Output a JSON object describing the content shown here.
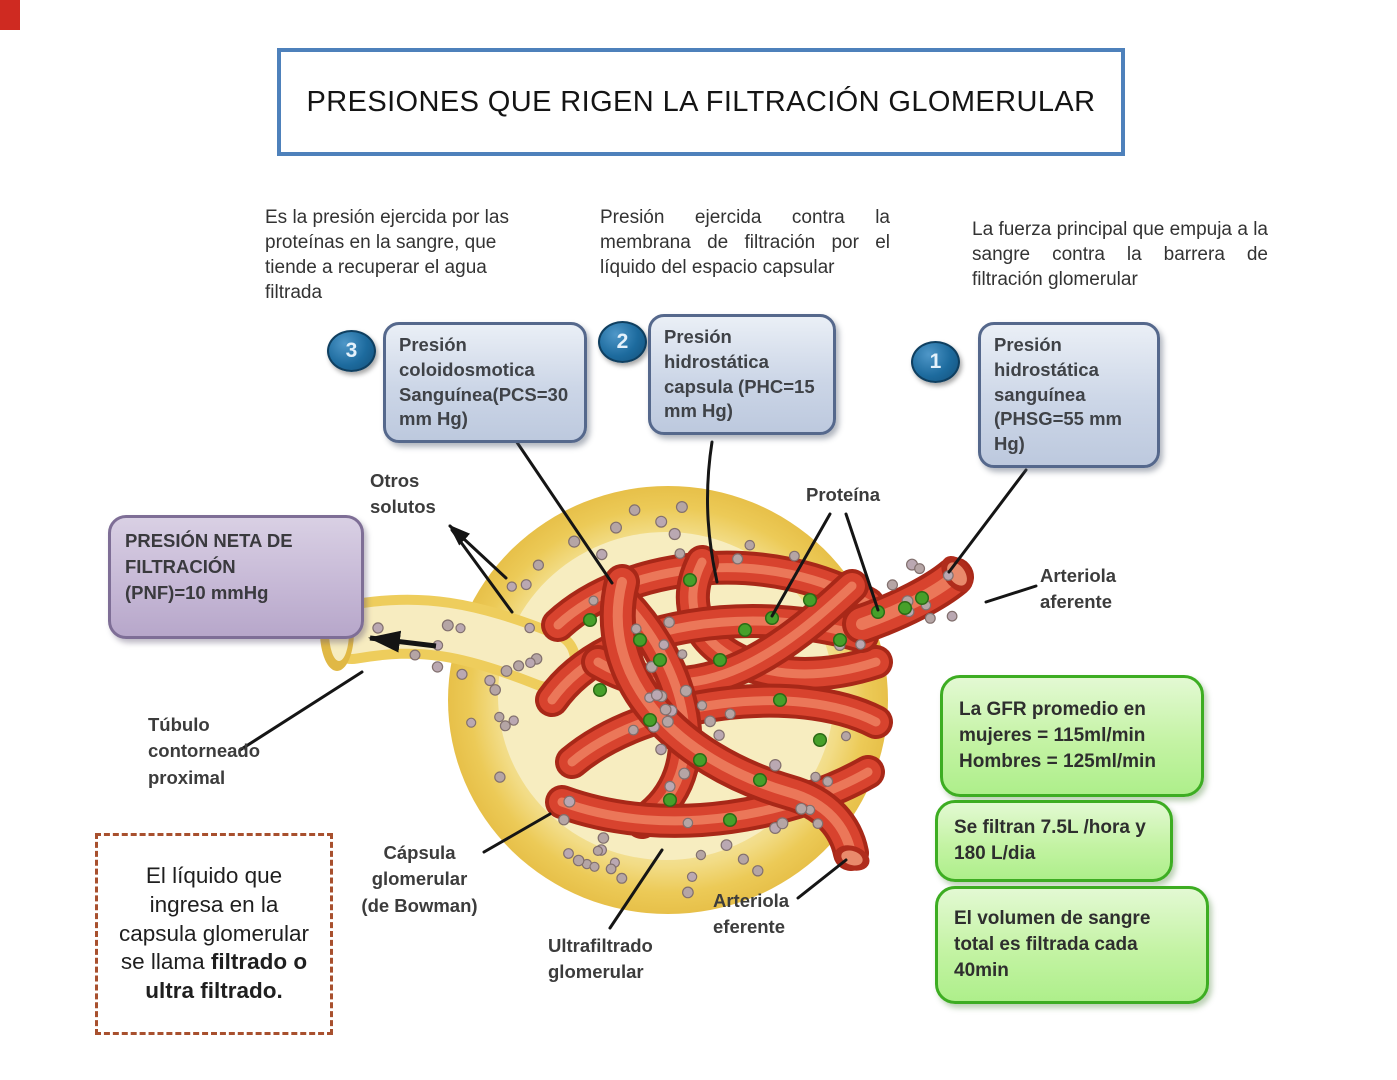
{
  "title": "PRESIONES QUE RIGEN LA FILTRACIÓN GLOMERULAR",
  "descriptions": {
    "coloidosmotica": "Es la presión ejercida por las proteínas en la sangre, que tiende a recuperar el agua filtrada",
    "capsular": "Presión ejercida contra la membrana de filtración por el líquido del espacio capsular",
    "sanguinea": "La fuerza principal que empuja a la sangre contra la barrera de filtración glomerular"
  },
  "pressure_boxes": [
    {
      "number": "3",
      "label": "Presión\ncoloidosmotica\nSanguínea(PCS=30\nmm Hg)"
    },
    {
      "number": "2",
      "label": "Presión\nhidrostática\ncapsula (PHC=15\nmm Hg)"
    },
    {
      "number": "1",
      "label": "Presión\nhidrostática\nsanguínea\n(PHSG=55 mm\nHg)"
    }
  ],
  "net_filtration": "PRESIÓN NETA DE\nFILTRACIÓN\n(PNF)=10 mmHg",
  "labels": {
    "otros_solutos": "Otros\nsolutos",
    "proteina": "Proteína",
    "arteriola_aferente": "Arteriola\naferente",
    "tubulo_proximal": "Túbulo\ncontorneado\nproximal",
    "capsula_glomerular": "Cápsula\nglomerular\n(de Bowman)",
    "ultrafiltrado": "Ultrafiltrado\nglomerular",
    "arteriola_eferente": "Arteriola\neferente"
  },
  "info_boxes": [
    "La GFR promedio en\nmujeres = 115ml/min\nHombres = 125ml/min",
    "Se filtran 7.5L /hora y\n180 L/dia",
    "El volumen de sangre\ntotal es filtrada cada\n40min"
  ],
  "filtrate_note": {
    "normal": "El líquido que ingresa en la capsula glomerular se llama ",
    "bold": "filtrado o ultra filtrado."
  },
  "colors": {
    "title_border": "#4e81bb",
    "blue_box_border": "#55688c",
    "blue_box_fill": "#ccd6e7",
    "number_badge": "#1d6b9e",
    "purple_fill": "#c5b7d5",
    "purple_border": "#7e6e96",
    "green_fill": "#c4f3a4",
    "green_border": "#3dad22",
    "dashed_border": "#a8502e",
    "vessel_red": "#d8432e",
    "capsule_yellow": "#f2dc86",
    "protein_dot": "#46a02a",
    "solute_dot": "#b5a5a5"
  }
}
